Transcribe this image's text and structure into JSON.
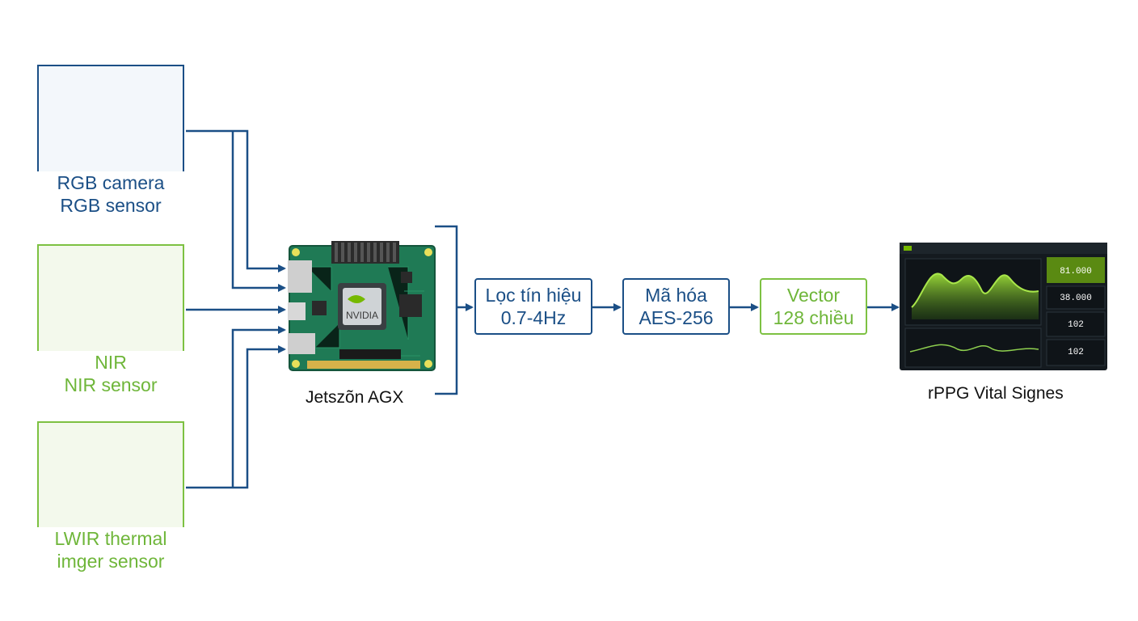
{
  "sensors": [
    {
      "line1": "RGB camera",
      "line2": "RGB sensor",
      "accent": "#1b4f86",
      "icon": "rgb-camera-icon"
    },
    {
      "line1": "NIR",
      "line2": "NIR sensor",
      "accent": "#6fb63a",
      "icon": "nir-camera-icon"
    },
    {
      "line1": "LWIR thermal",
      "line2": "imger sensor",
      "accent": "#6fb63a",
      "icon": "thermal-camera-icon"
    }
  ],
  "board": {
    "label": "Jetszõn AGX",
    "chip_text": "NVIDIA"
  },
  "stages": [
    {
      "line1": "Lọc tín hiệu",
      "line2": "0.7-4Hz",
      "accent": "#1b4f86"
    },
    {
      "line1": "Mã hóa",
      "line2": "AES-256",
      "accent": "#1b4f86"
    },
    {
      "line1": "Vector",
      "line2": "128 chiều",
      "accent": "#6fb63a"
    }
  ],
  "dashboard": {
    "label": "rPPG Vital Signes",
    "metrics": [
      "81.000",
      "38.000",
      "102",
      "102"
    ]
  },
  "colors": {
    "blue": "#1b4f86",
    "green": "#7dc142",
    "board": "#1f7a55",
    "dash_bg": "#141a1f"
  }
}
